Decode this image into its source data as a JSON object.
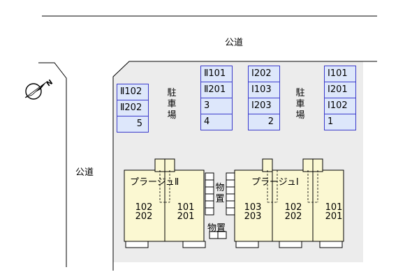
{
  "roads": {
    "top_label": "公道",
    "left_label": "公道"
  },
  "compass": {
    "icon": "north-arrow-icon",
    "letter": "N"
  },
  "parking": {
    "label": "駐車場",
    "left_column": [
      "Ⅱ102",
      "Ⅱ202",
      "5"
    ],
    "mid_column_1": [
      "Ⅱ101",
      "Ⅱ201",
      "3",
      "4"
    ],
    "mid_column_2": [
      "Ⅰ202",
      "Ⅰ103",
      "Ⅰ203",
      "2"
    ],
    "right_column": [
      "Ⅰ101",
      "Ⅰ201",
      "Ⅰ102",
      "1"
    ]
  },
  "buildings": {
    "building2": {
      "name": "プラージュⅡ",
      "units": [
        {
          "upper": "102",
          "lower": "202"
        },
        {
          "upper": "101",
          "lower": "201"
        }
      ]
    },
    "building1": {
      "name": "プラージュⅠ",
      "units": [
        {
          "upper": "103",
          "lower": "203"
        },
        {
          "upper": "102",
          "lower": "202"
        },
        {
          "upper": "101",
          "lower": "201"
        }
      ]
    }
  },
  "storage": {
    "label": "物置"
  },
  "colors": {
    "lot_fill": "#ececec",
    "building_fill": "#fbf8d2",
    "parking_fill": "#dde7fb",
    "parking_border": "#3a3acb"
  }
}
